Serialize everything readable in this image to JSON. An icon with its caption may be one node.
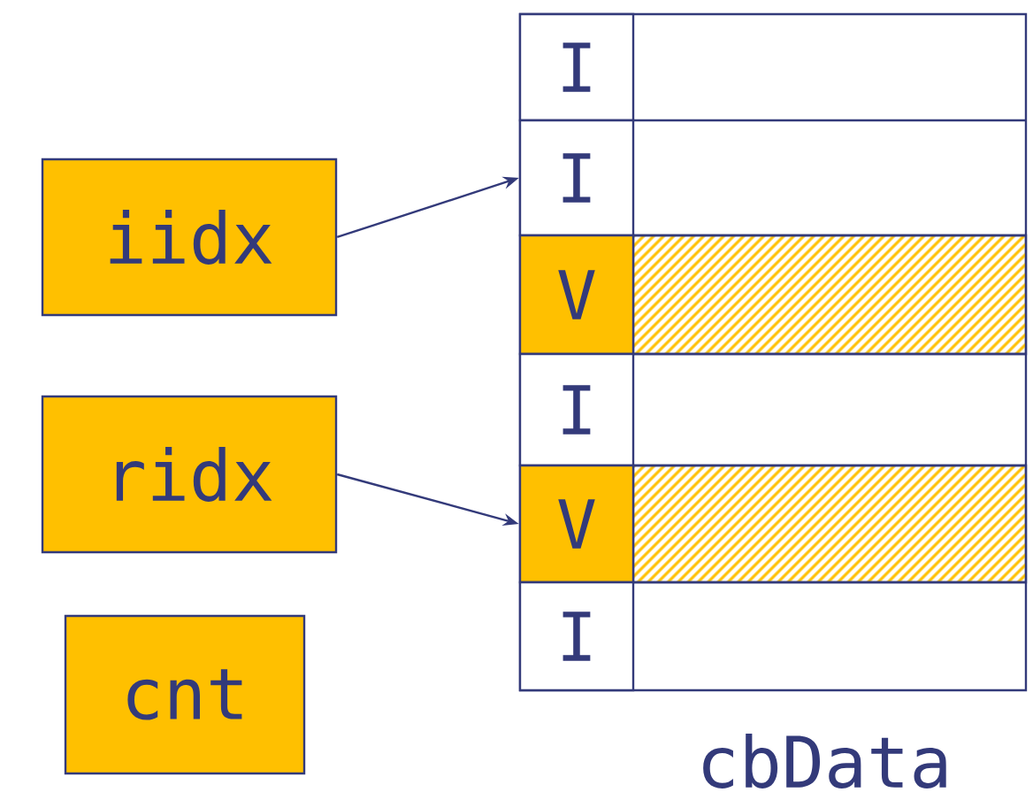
{
  "diagram": {
    "nodes": [
      {
        "text": [
          "iidx"
        ]
      },
      {
        "text": [
          "ridx"
        ]
      },
      {
        "text": [
          "cnt"
        ]
      },
      {
        "text": [
          "I"
        ]
      },
      {
        "text": [
          "I"
        ]
      },
      {
        "text": [
          "V"
        ]
      },
      {
        "text": [
          "I"
        ]
      },
      {
        "text": [
          "V"
        ]
      },
      {
        "text": [
          "I"
        ]
      }
    ],
    "edges": [
      {
        "from": 0,
        "to": 4,
        "arrow": "to"
      },
      {
        "from": 1,
        "to": 7,
        "arrow": "to"
      }
    ],
    "labels": [
      "cbData"
    ]
  }
}
